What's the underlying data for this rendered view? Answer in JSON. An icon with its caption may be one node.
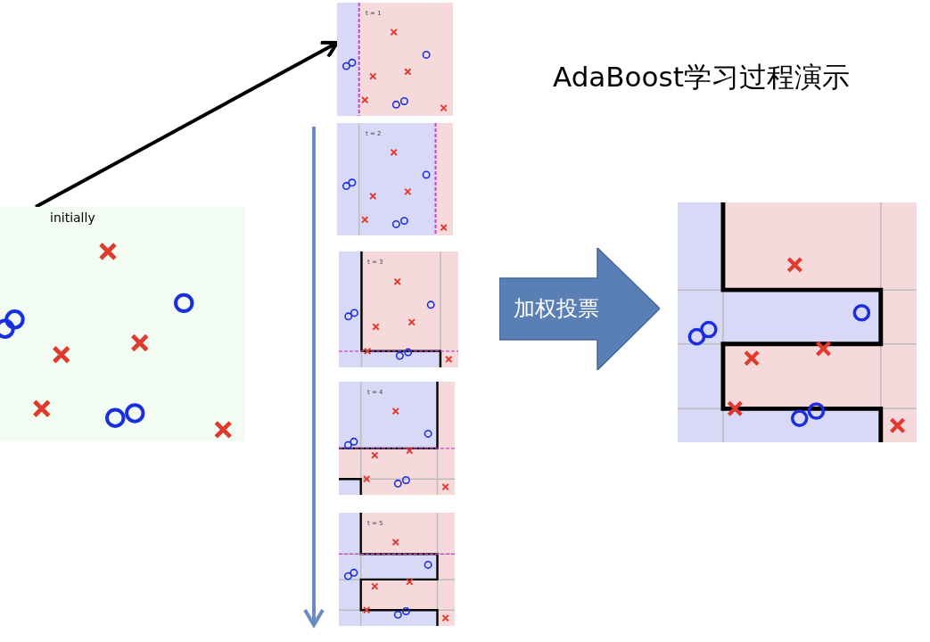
{
  "diagram": {
    "title": "AdaBoost学习过程演示",
    "nodes": [
      {
        "text": [
          "initially"
        ]
      },
      {
        "text": [
          "t = 1"
        ]
      },
      {
        "text": [
          "t = 2"
        ]
      },
      {
        "text": [
          "t = 3"
        ]
      },
      {
        "text": [
          "t = 4"
        ]
      },
      {
        "text": [
          "t = 5"
        ]
      },
      {
        "text": [
          "加权投票"
        ]
      },
      {
        "text": [],
        "shape": "picture"
      }
    ],
    "edges": [
      {
        "from": 0,
        "to": 1,
        "arrow": "to"
      }
    ]
  }
}
